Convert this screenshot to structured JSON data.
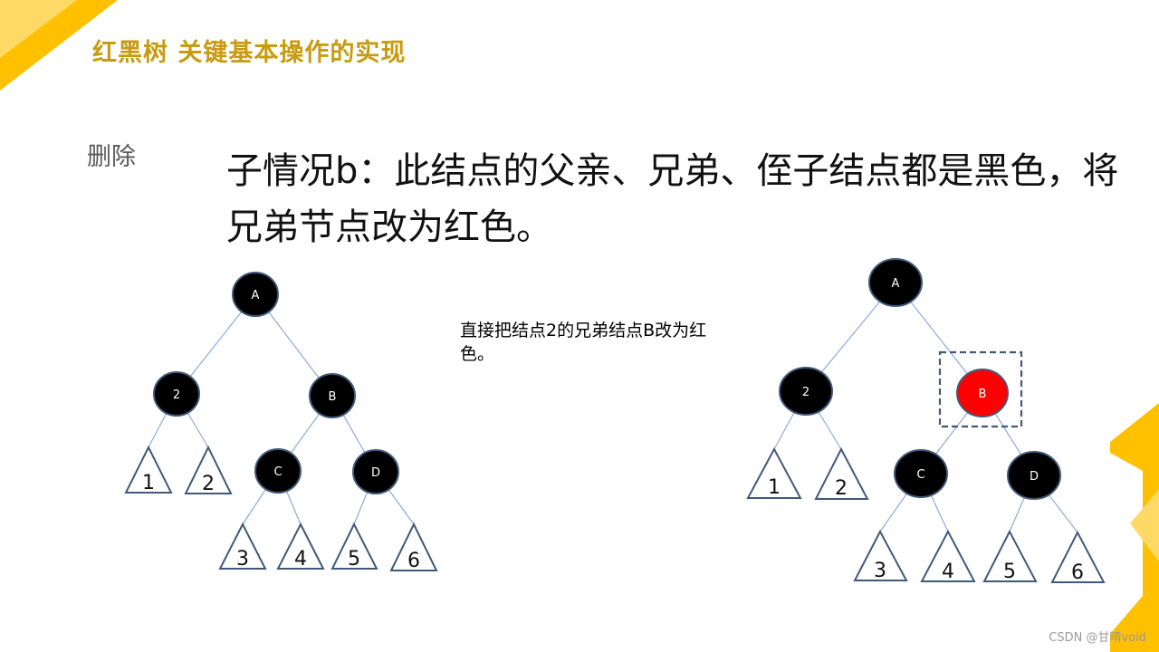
{
  "header": {
    "title": "红黑树 关键基本操作的实现"
  },
  "section_label": "删除",
  "main_text": "子情况b：此结点的父亲、兄弟、侄子结点都是黑色，将兄弟节点改为红色。",
  "note_text": "直接把结点2的兄弟结点B改为红色。",
  "watermark": "CSDN @甘晴void",
  "colors": {
    "accent": "#ffc000",
    "title": "#c89b12",
    "black_node": "#000000",
    "red_node": "#ff0000",
    "node_border": "#41597a"
  },
  "before_tree": {
    "nodes": [
      {
        "id": "A",
        "label": "A",
        "color": "black"
      },
      {
        "id": "2",
        "label": "2",
        "color": "black"
      },
      {
        "id": "B",
        "label": "B",
        "color": "black"
      },
      {
        "id": "C",
        "label": "C",
        "color": "black"
      },
      {
        "id": "D",
        "label": "D",
        "color": "black"
      }
    ],
    "subtrees": [
      "1",
      "2",
      "3",
      "4",
      "5",
      "6"
    ]
  },
  "after_tree": {
    "nodes": [
      {
        "id": "A",
        "label": "A",
        "color": "black"
      },
      {
        "id": "2",
        "label": "2",
        "color": "black"
      },
      {
        "id": "B",
        "label": "B",
        "color": "red",
        "highlighted": true
      },
      {
        "id": "C",
        "label": "C",
        "color": "black"
      },
      {
        "id": "D",
        "label": "D",
        "color": "black"
      }
    ],
    "subtrees": [
      "1",
      "2",
      "3",
      "4",
      "5",
      "6"
    ]
  }
}
